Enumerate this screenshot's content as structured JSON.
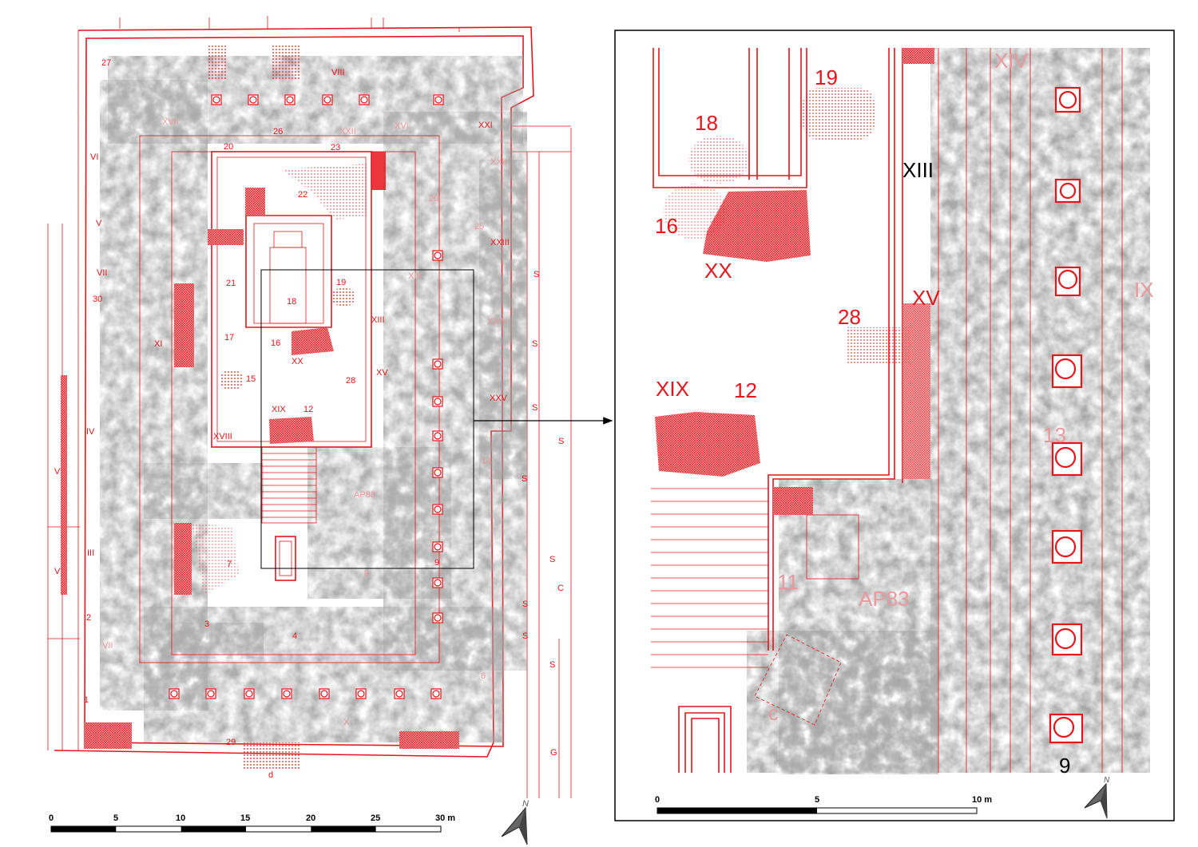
{
  "left_plan": {
    "labels": [
      "27",
      "VIII",
      "XVII",
      "26",
      "XXII",
      "XVI",
      "XXI",
      "20",
      "23",
      "VI",
      "XXII",
      "22",
      "20",
      "V",
      "25",
      "XXIII",
      "VII",
      "21",
      "19",
      "S",
      "30",
      "18",
      "XIV",
      "XIII",
      "XXIV",
      "XI",
      "17",
      "16",
      "S",
      "XX",
      "XV",
      "15",
      "28",
      "XXV",
      "XIX",
      "12",
      "S",
      "IV",
      "XVIII",
      "S",
      "14",
      "AP83",
      "S",
      "III",
      "7",
      "S",
      "8",
      "9",
      "C",
      "S",
      "2",
      "3",
      "S",
      "4",
      "VII",
      "S",
      "6",
      "1",
      "X",
      "29",
      "G",
      "d",
      "V",
      "V"
    ],
    "scale_bar": {
      "ticks": [
        "0",
        "5",
        "10",
        "15",
        "20",
        "25",
        "30 m"
      ]
    },
    "north_label": "N"
  },
  "detail_plan": {
    "labels": [
      "19",
      "18",
      "XIII",
      "16",
      "XX",
      "XV",
      "28",
      "XIX",
      "12",
      "XIV",
      "IX",
      "13",
      "11",
      "AP83",
      "c",
      "9"
    ],
    "scale_bar": {
      "ticks": [
        "0",
        "5",
        "10 m"
      ]
    },
    "north_label": "N"
  },
  "colors": {
    "plan_red": "#e8141b",
    "survey_grey": "#9a9a9a",
    "frame": "#000000"
  }
}
